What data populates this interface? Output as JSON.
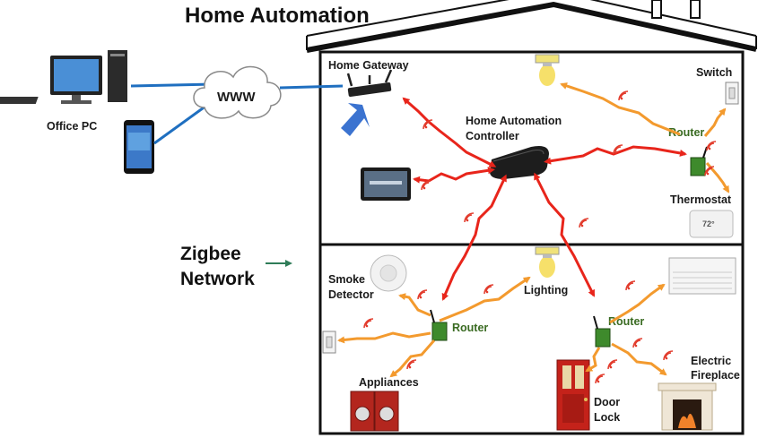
{
  "title": "Home Automation",
  "cloud_label": "WWW",
  "labels": {
    "office_pc": "Office PC",
    "home_gateway": "Home Gateway",
    "controller_line1": "Home Automation",
    "controller_line2": "Controller",
    "switch": "Switch",
    "router": "Router",
    "thermostat": "Thermostat",
    "zigbee_line1": "Zigbee",
    "zigbee_line2": "Network",
    "smoke_line1": "Smoke",
    "smoke_line2": "Detector",
    "lighting": "Lighting",
    "appliances": "Appliances",
    "door_line1": "Door",
    "door_line2": "Lock",
    "fireplace_line1": "Electric",
    "fireplace_line2": "Fireplace",
    "thermostat_display": "72°"
  },
  "colors": {
    "primary_link": "#e8251b",
    "secondary_link": "#f39a2e",
    "wired_link": "#1f6fc0",
    "router": "#3e8a2c",
    "house_outline": "#111111"
  },
  "icons": [
    "desktop-pc-icon",
    "smartphone-icon",
    "cloud-icon",
    "gateway-router-icon",
    "pointer-arrow-icon",
    "light-bulb-icon",
    "wall-switch-icon",
    "hub-controller-icon",
    "tablet-icon",
    "zigbee-router-icon",
    "thermostat-icon",
    "smoke-detector-icon",
    "air-conditioner-icon",
    "washer-dryer-icon",
    "door-icon",
    "fireplace-icon",
    "wifi-signal-icon"
  ]
}
